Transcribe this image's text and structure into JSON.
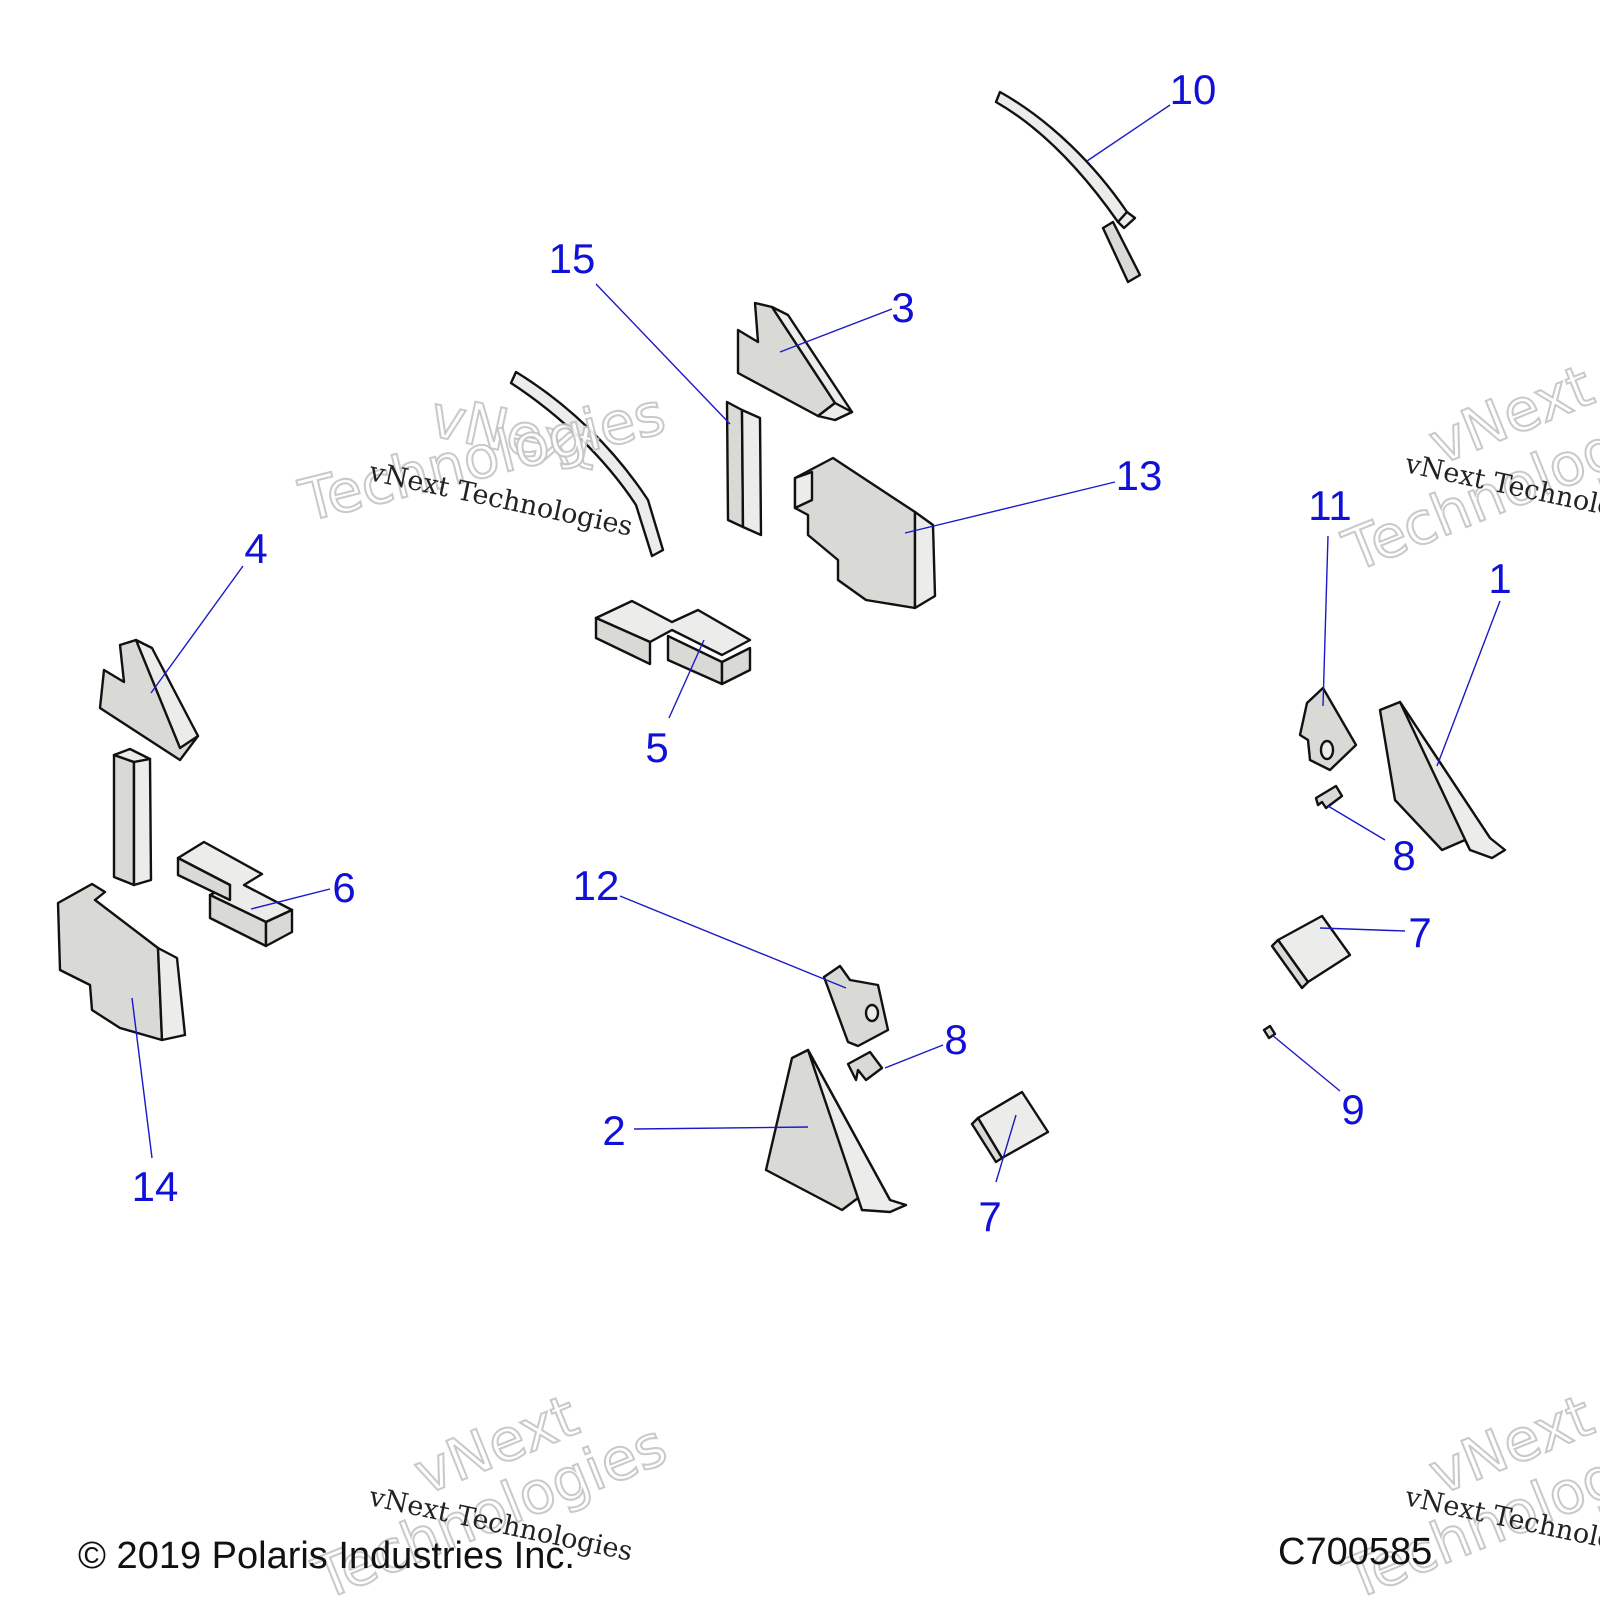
{
  "colors": {
    "callout": "#1010d8",
    "part_fill": "#d9d9d6",
    "outline": "#111111"
  },
  "callouts": [
    {
      "id": "c1",
      "label": "1"
    },
    {
      "id": "c2",
      "label": "2"
    },
    {
      "id": "c3",
      "label": "3"
    },
    {
      "id": "c4",
      "label": "4"
    },
    {
      "id": "c5",
      "label": "5"
    },
    {
      "id": "c6",
      "label": "6"
    },
    {
      "id": "c7a",
      "label": "7"
    },
    {
      "id": "c7b",
      "label": "7"
    },
    {
      "id": "c8a",
      "label": "8"
    },
    {
      "id": "c8b",
      "label": "8"
    },
    {
      "id": "c9",
      "label": "9"
    },
    {
      "id": "c10",
      "label": "10"
    },
    {
      "id": "c11",
      "label": "11"
    },
    {
      "id": "c12",
      "label": "12"
    },
    {
      "id": "c13",
      "label": "13"
    },
    {
      "id": "c14",
      "label": "14"
    },
    {
      "id": "c15",
      "label": "15"
    }
  ],
  "watermark": {
    "line1": "vNext Technologies",
    "big1": "vNext",
    "big2": "Technologies"
  },
  "footer": {
    "copyright": "© 2019 Polaris Industries Inc.",
    "drawing_number": "C700585"
  }
}
